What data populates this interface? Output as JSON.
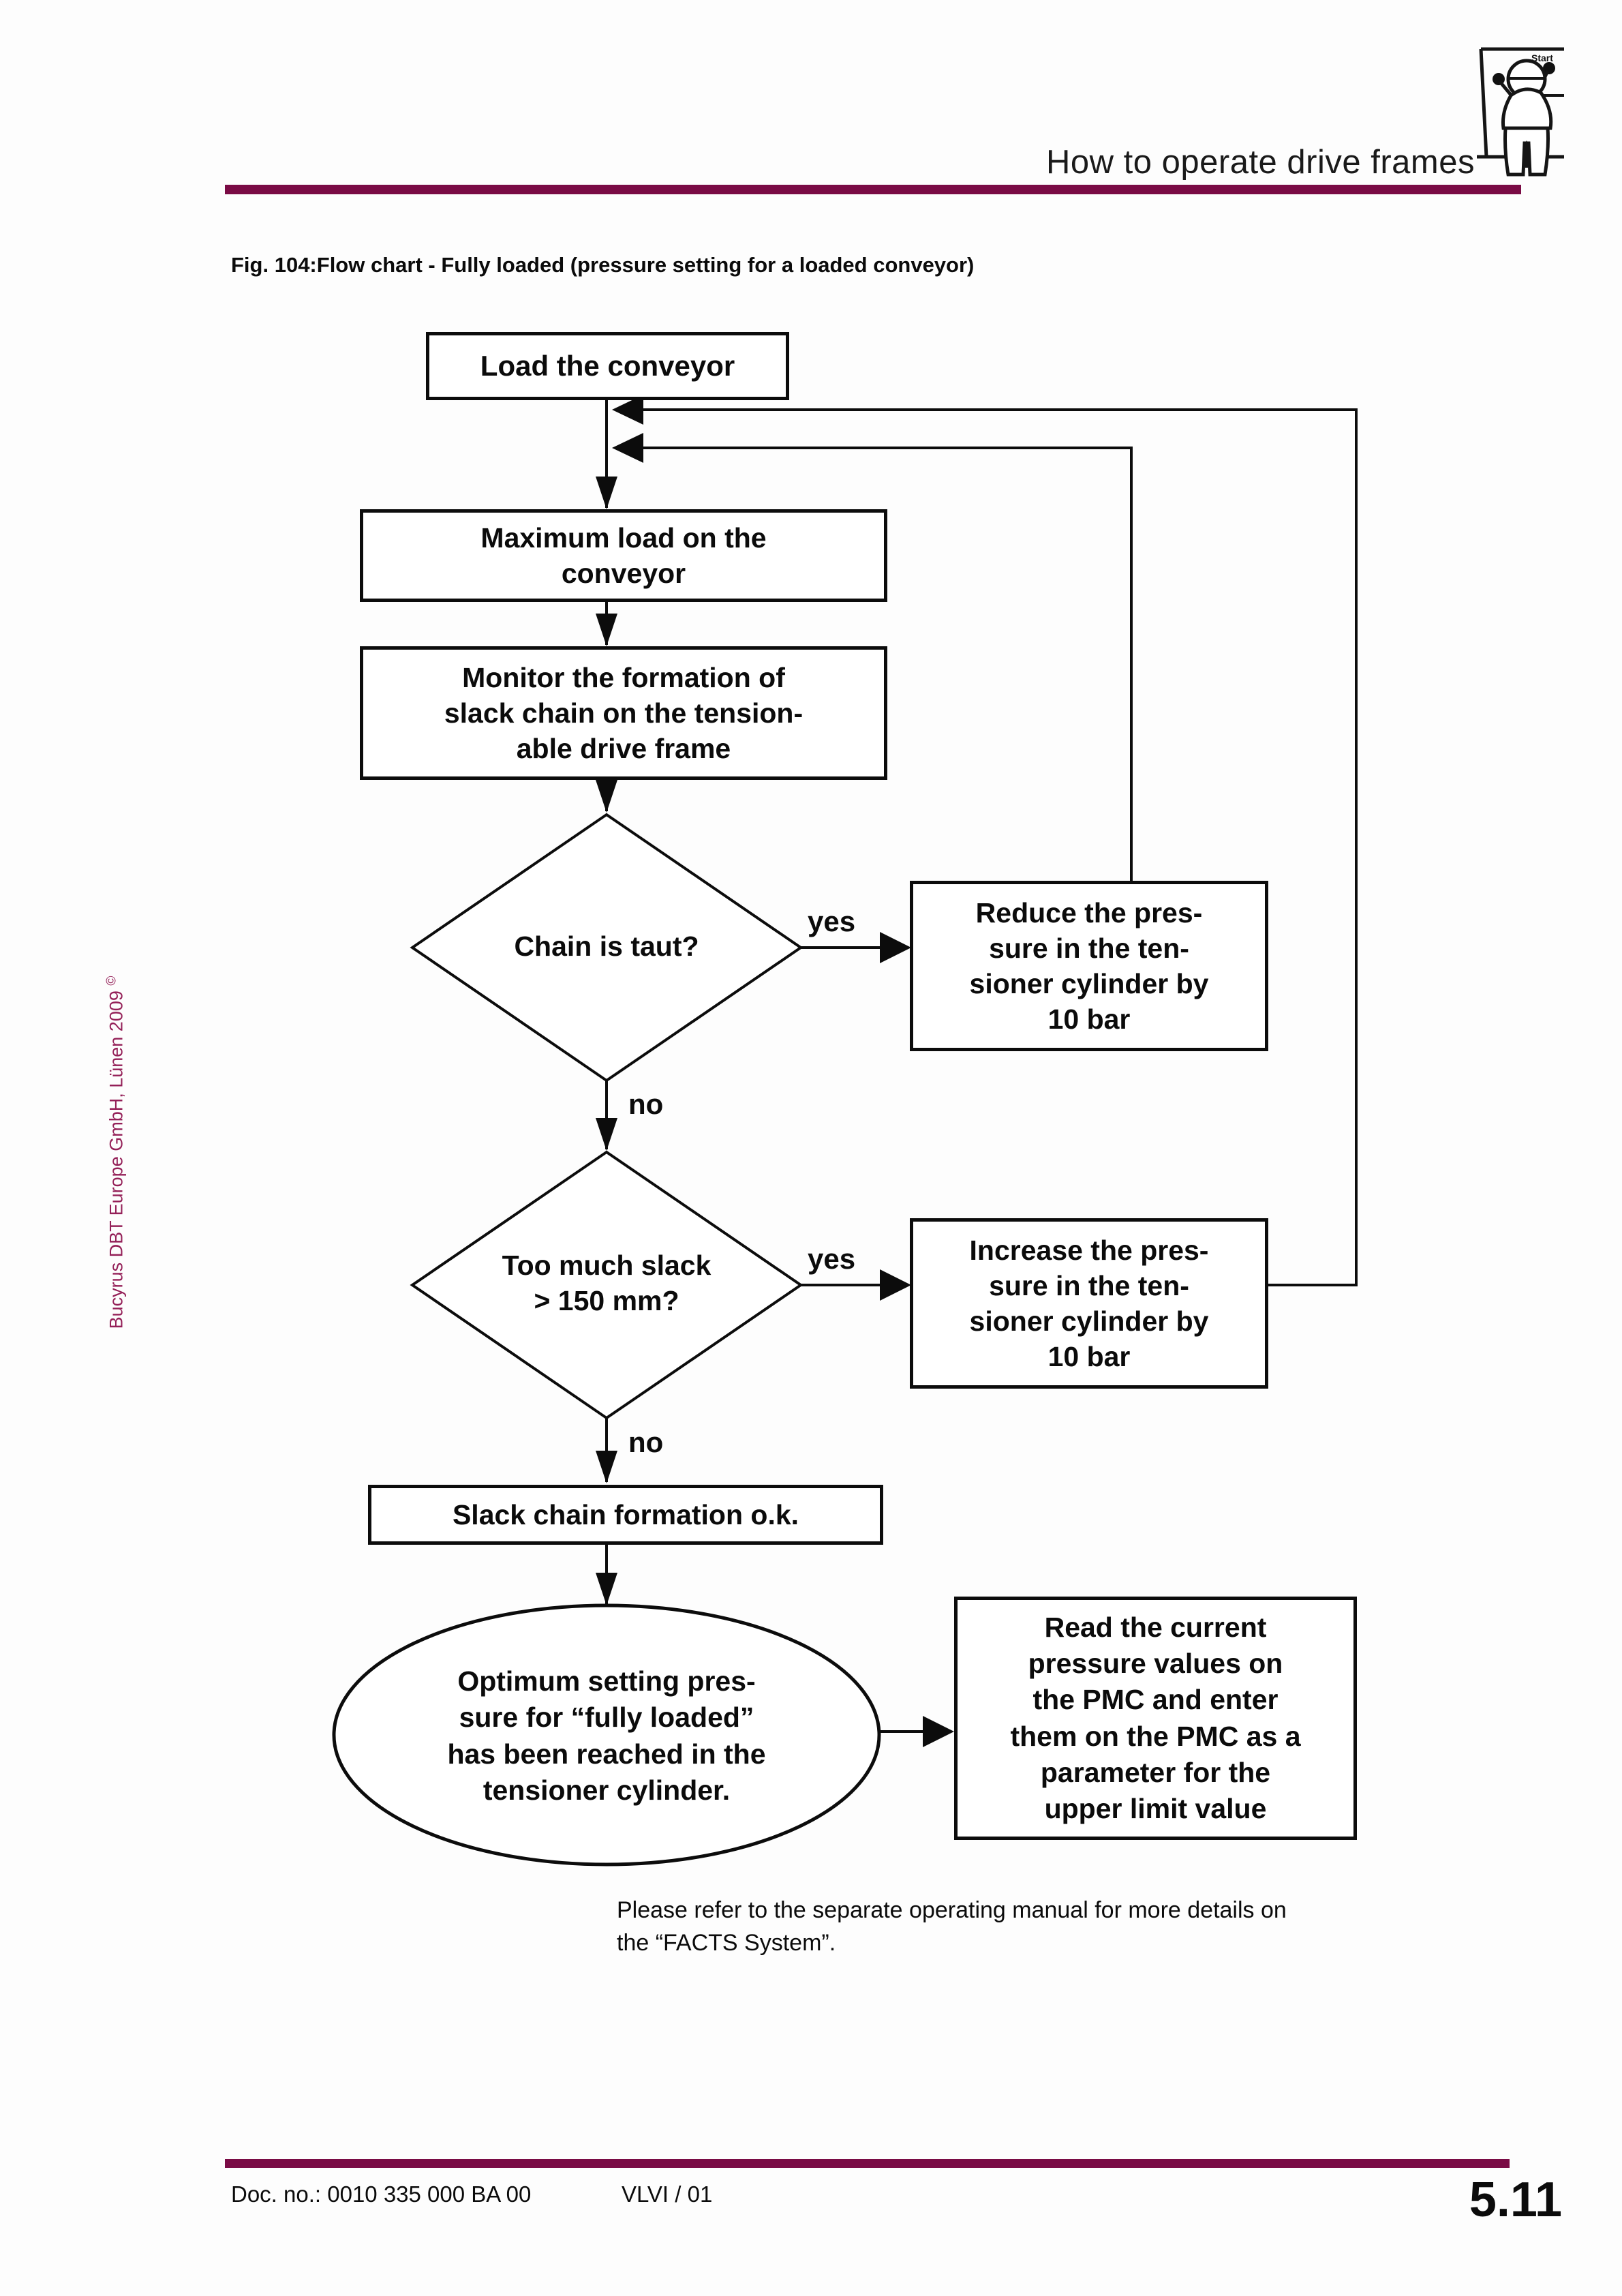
{
  "header": {
    "title": "How to operate drive frames",
    "icon_label": "Start"
  },
  "caption": "Fig. 104:Flow chart - Fully loaded (pressure setting for a loaded conveyor)",
  "flowchart": {
    "load_box": "Load the conveyor",
    "max_box": {
      "lines": [
        "Maximum load on the",
        "conveyor"
      ]
    },
    "monitor_box": {
      "lines": [
        "Monitor the formation of",
        "slack chain on the tension-",
        "able drive frame"
      ]
    },
    "decision1": "Chain is taut?",
    "reduce_box": {
      "lines": [
        "Reduce the pres-",
        "sure in the ten-",
        "sioner cylinder by",
        "10 bar"
      ]
    },
    "decision2": {
      "lines": [
        "Too much slack",
        "> 150 mm?"
      ]
    },
    "increase_box": {
      "lines": [
        "Increase the pres-",
        "sure in the ten-",
        "sioner cylinder by",
        "10 bar"
      ]
    },
    "slack_ok_box": "Slack chain formation o.k.",
    "ellipse": {
      "lines": [
        "Optimum setting pres-",
        "sure for “fully loaded”",
        "has been reached in the",
        "tensioner cylinder."
      ]
    },
    "read_box": {
      "lines": [
        "Read the current",
        "pressure values on",
        "the PMC and enter",
        "them on the PMC as a",
        "parameter for the",
        "upper limit value"
      ]
    },
    "labels": {
      "yes1": "yes",
      "no1": "no",
      "yes2": "yes",
      "no2": "no"
    }
  },
  "note": {
    "lines": [
      "Please refer to the separate operating manual for more details on",
      "the “FACTS System”."
    ]
  },
  "sidebar": {
    "text": "Bucyrus DBT Europe GmbH, Lünen 2009",
    "symbol": "©"
  },
  "footer": {
    "doc_no": "Doc. no.: 0010 335 000 BA 00",
    "code": "VLVI / 01",
    "page": "5.11"
  },
  "colors": {
    "accent_rule": "#7a0b45",
    "sidebar_text": "#942058",
    "line": "#0c0c0c"
  }
}
